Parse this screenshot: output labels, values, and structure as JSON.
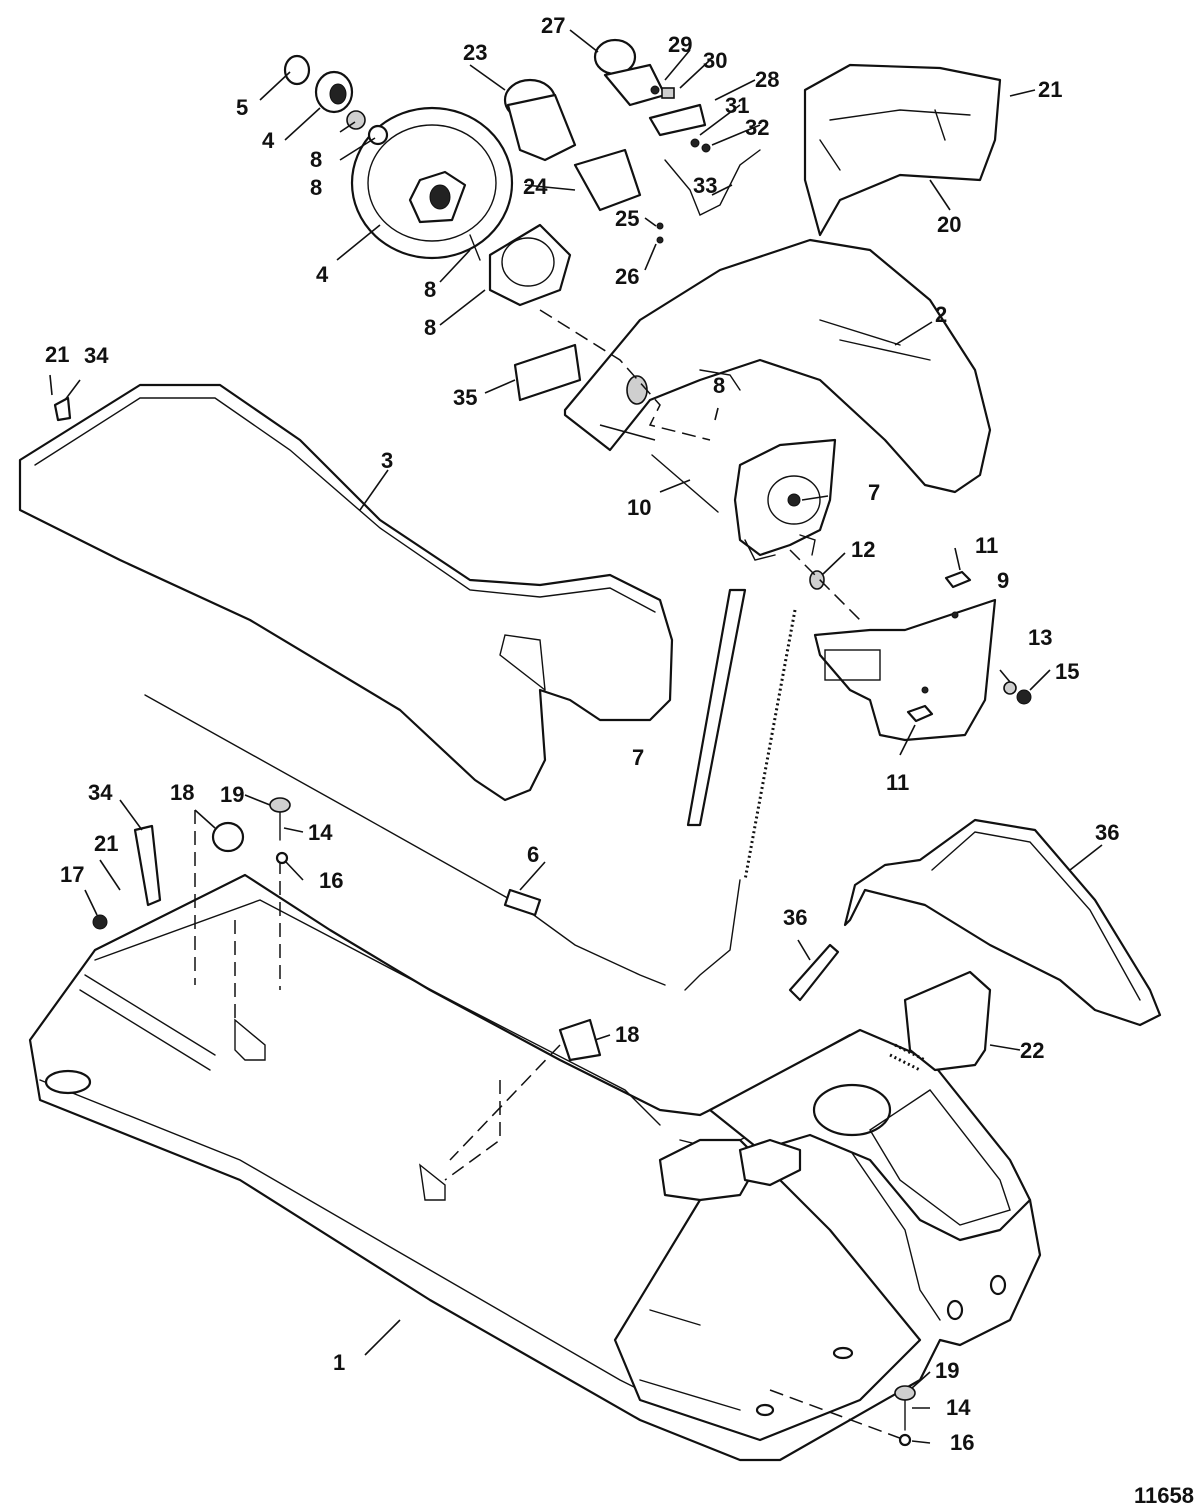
{
  "diagram": {
    "reference_number": "11658",
    "callouts": [
      {
        "id": "c1",
        "label": "1"
      },
      {
        "id": "c2",
        "label": "2"
      },
      {
        "id": "c3",
        "label": "3"
      },
      {
        "id": "c4a",
        "label": "4"
      },
      {
        "id": "c4b",
        "label": "4"
      },
      {
        "id": "c5",
        "label": "5"
      },
      {
        "id": "c6",
        "label": "6"
      },
      {
        "id": "c7a",
        "label": "7"
      },
      {
        "id": "c7b",
        "label": "7"
      },
      {
        "id": "c8a",
        "label": "8"
      },
      {
        "id": "c8b",
        "label": "8"
      },
      {
        "id": "c8c",
        "label": "8"
      },
      {
        "id": "c8d",
        "label": "8"
      },
      {
        "id": "c8e",
        "label": "8"
      },
      {
        "id": "c9",
        "label": "9"
      },
      {
        "id": "c10",
        "label": "10"
      },
      {
        "id": "c11a",
        "label": "11"
      },
      {
        "id": "c11b",
        "label": "11"
      },
      {
        "id": "c12",
        "label": "12"
      },
      {
        "id": "c13",
        "label": "13"
      },
      {
        "id": "c14a",
        "label": "14"
      },
      {
        "id": "c14b",
        "label": "14"
      },
      {
        "id": "c15",
        "label": "15"
      },
      {
        "id": "c16a",
        "label": "16"
      },
      {
        "id": "c16b",
        "label": "16"
      },
      {
        "id": "c17",
        "label": "17"
      },
      {
        "id": "c18a",
        "label": "18"
      },
      {
        "id": "c18b",
        "label": "18"
      },
      {
        "id": "c19a",
        "label": "19"
      },
      {
        "id": "c19b",
        "label": "19"
      },
      {
        "id": "c20",
        "label": "20"
      },
      {
        "id": "c21a",
        "label": "21"
      },
      {
        "id": "c21b",
        "label": "21"
      },
      {
        "id": "c21c",
        "label": "21"
      },
      {
        "id": "c22",
        "label": "22"
      },
      {
        "id": "c23",
        "label": "23"
      },
      {
        "id": "c24",
        "label": "24"
      },
      {
        "id": "c25",
        "label": "25"
      },
      {
        "id": "c26",
        "label": "26"
      },
      {
        "id": "c27",
        "label": "27"
      },
      {
        "id": "c28",
        "label": "28"
      },
      {
        "id": "c29",
        "label": "29"
      },
      {
        "id": "c30",
        "label": "30"
      },
      {
        "id": "c31",
        "label": "31"
      },
      {
        "id": "c32",
        "label": "32"
      },
      {
        "id": "c33",
        "label": "33"
      },
      {
        "id": "c34a",
        "label": "34"
      },
      {
        "id": "c34b",
        "label": "34"
      },
      {
        "id": "c35",
        "label": "35"
      },
      {
        "id": "c36a",
        "label": "36"
      },
      {
        "id": "c36b",
        "label": "36"
      }
    ]
  }
}
